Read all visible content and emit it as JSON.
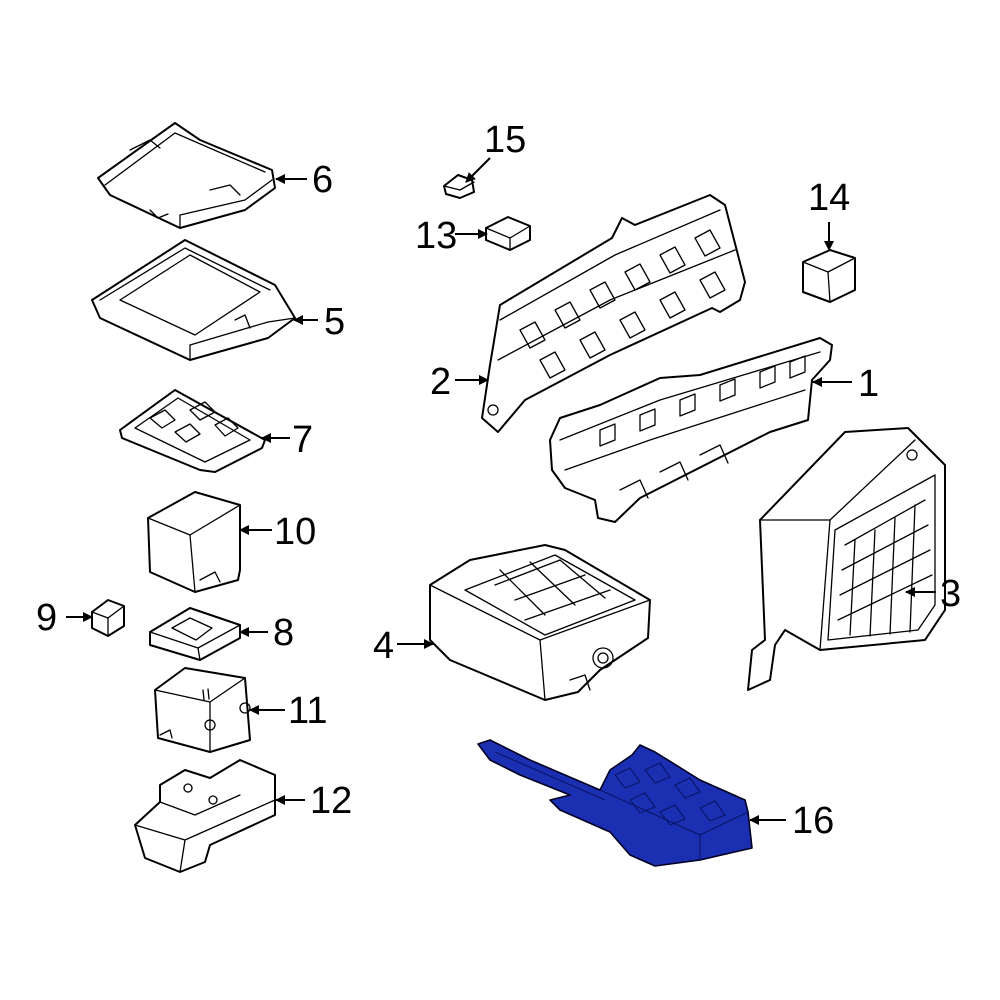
{
  "diagram": {
    "highlight_color": "#1b2fb3",
    "callouts": {
      "c1": "1",
      "c2": "2",
      "c3": "3",
      "c4": "4",
      "c5": "5",
      "c6": "6",
      "c7": "7",
      "c8": "8",
      "c9": "9",
      "c10": "10",
      "c11": "11",
      "c12": "12",
      "c13": "13",
      "c14": "14",
      "c15": "15",
      "c16": "16"
    }
  }
}
